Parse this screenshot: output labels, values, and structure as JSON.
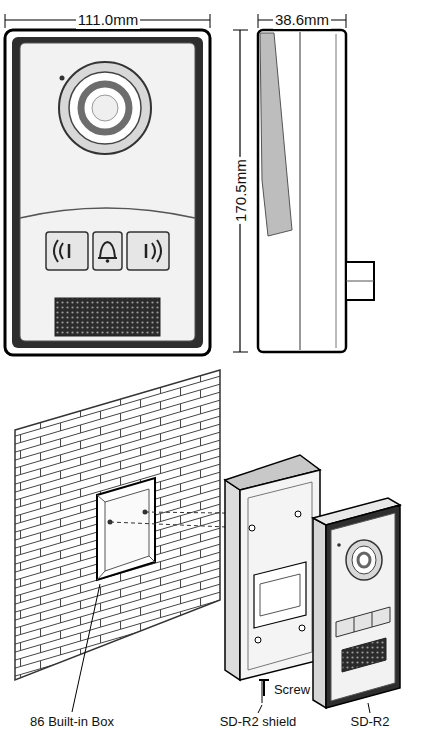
{
  "diagram": {
    "labels": [
      "111.0mm",
      "38.6mm",
      "170.5mm",
      "Screw",
      "86 Built-in Box",
      "SD-R2 shield",
      "SD-R2"
    ]
  }
}
